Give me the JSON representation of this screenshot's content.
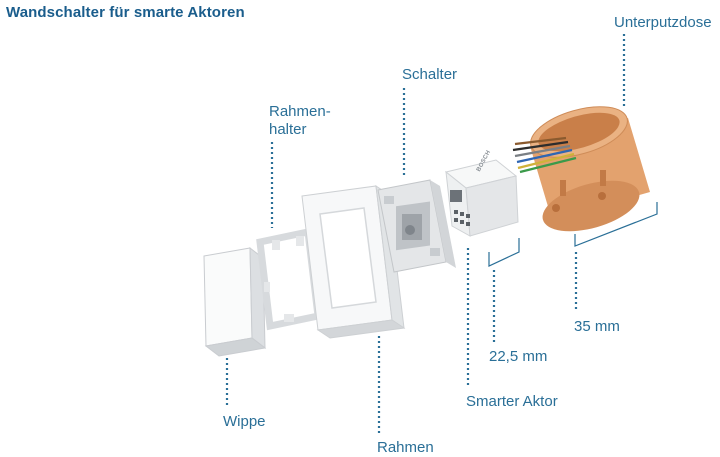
{
  "title": "Wandschalter für smarte Aktoren",
  "labels": {
    "unterputzdose": "Unterputzdose",
    "schalter": "Schalter",
    "rahmenhalter_line1": "Rahmen-",
    "rahmenhalter_line2": "halter",
    "wippe": "Wippe",
    "rahmen": "Rahmen",
    "smarter_aktor": "Smarter Aktor",
    "dim_aktor": "22,5 mm",
    "dim_dose": "35 mm"
  },
  "device_branding": {
    "aktor_logo": "BOSCH"
  },
  "colors": {
    "title": "#1a5d8c",
    "label": "#2a6f97",
    "box": "#e3a26e",
    "white_part": "#f4f5f6"
  }
}
